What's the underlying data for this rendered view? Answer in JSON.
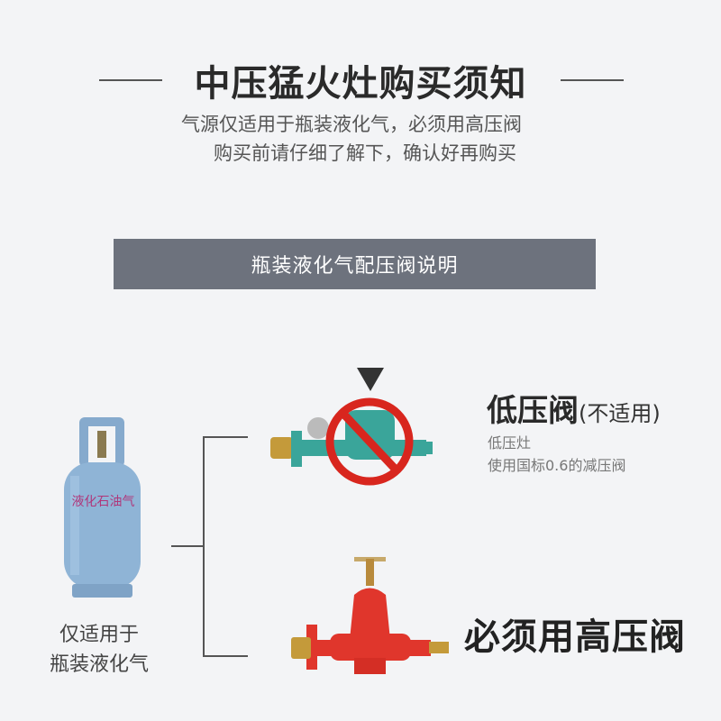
{
  "header": {
    "title": "中压猛火灶购买须知",
    "subtitle_lines": [
      "气源仅适用于瓶装液化气，必须用高压阀",
      "购买前请仔细了解下，确认好再购买"
    ]
  },
  "banner": {
    "label": "瓶装液化气配压阀说明"
  },
  "cylinder": {
    "label": "液化石油气",
    "caption_lines": [
      "仅适用于",
      "瓶装液化气"
    ],
    "color": "#8fb4d6"
  },
  "low_valve": {
    "title": "低压阀",
    "note": "(不适用)",
    "details": [
      "低压灶",
      "使用国标0.6的减压阀"
    ],
    "color": "#3aa59a"
  },
  "high_valve": {
    "title": "必须用高压阀",
    "color": "#e0362c"
  }
}
